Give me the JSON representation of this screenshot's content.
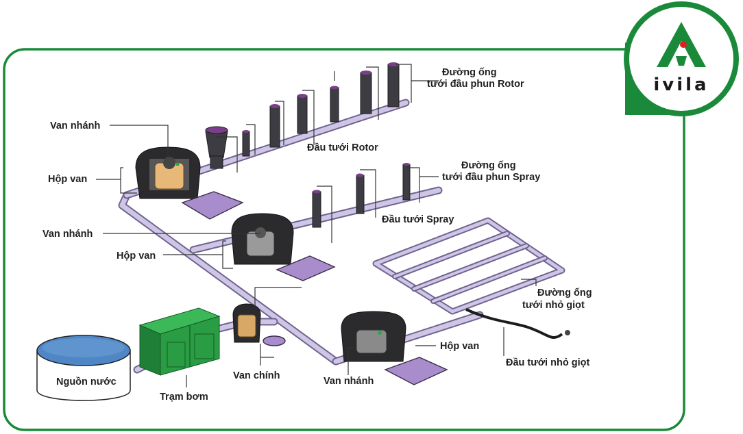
{
  "brand": {
    "logo_text": "ivila",
    "frame_color": "#1a8a3a",
    "accent_dot": "#e02020"
  },
  "labels": {
    "rotor_pipe_line1": "Đường ống",
    "rotor_pipe_line2": "tưới đầu phun Rotor",
    "rotor_head": "Đầu tưới Rotor",
    "branch_valve_1": "Van nhánh",
    "valve_box_1": "Hộp van",
    "spray_pipe_line1": "Đường ống",
    "spray_pipe_line2": "tưới đầu phun Spray",
    "spray_head": "Đầu tưới Spray",
    "branch_valve_2": "Van nhánh",
    "valve_box_2": "Hộp van",
    "drip_pipe_line1": "Đường ống",
    "drip_pipe_line2": "tưới nhỏ giọt",
    "valve_box_3": "Hộp van",
    "drip_head": "Đầu tưới nhỏ giọt",
    "water_source": "Nguồn nước",
    "pump_station": "Trạm bơm",
    "main_valve": "Van chính",
    "branch_valve_3": "Van nhánh"
  },
  "colors": {
    "pipe": "#cfc6e6",
    "pipe_outline": "#6f6490",
    "valve_lid": "#a98ccc",
    "pump": "#2a9d44",
    "water": "#4f86c6"
  }
}
